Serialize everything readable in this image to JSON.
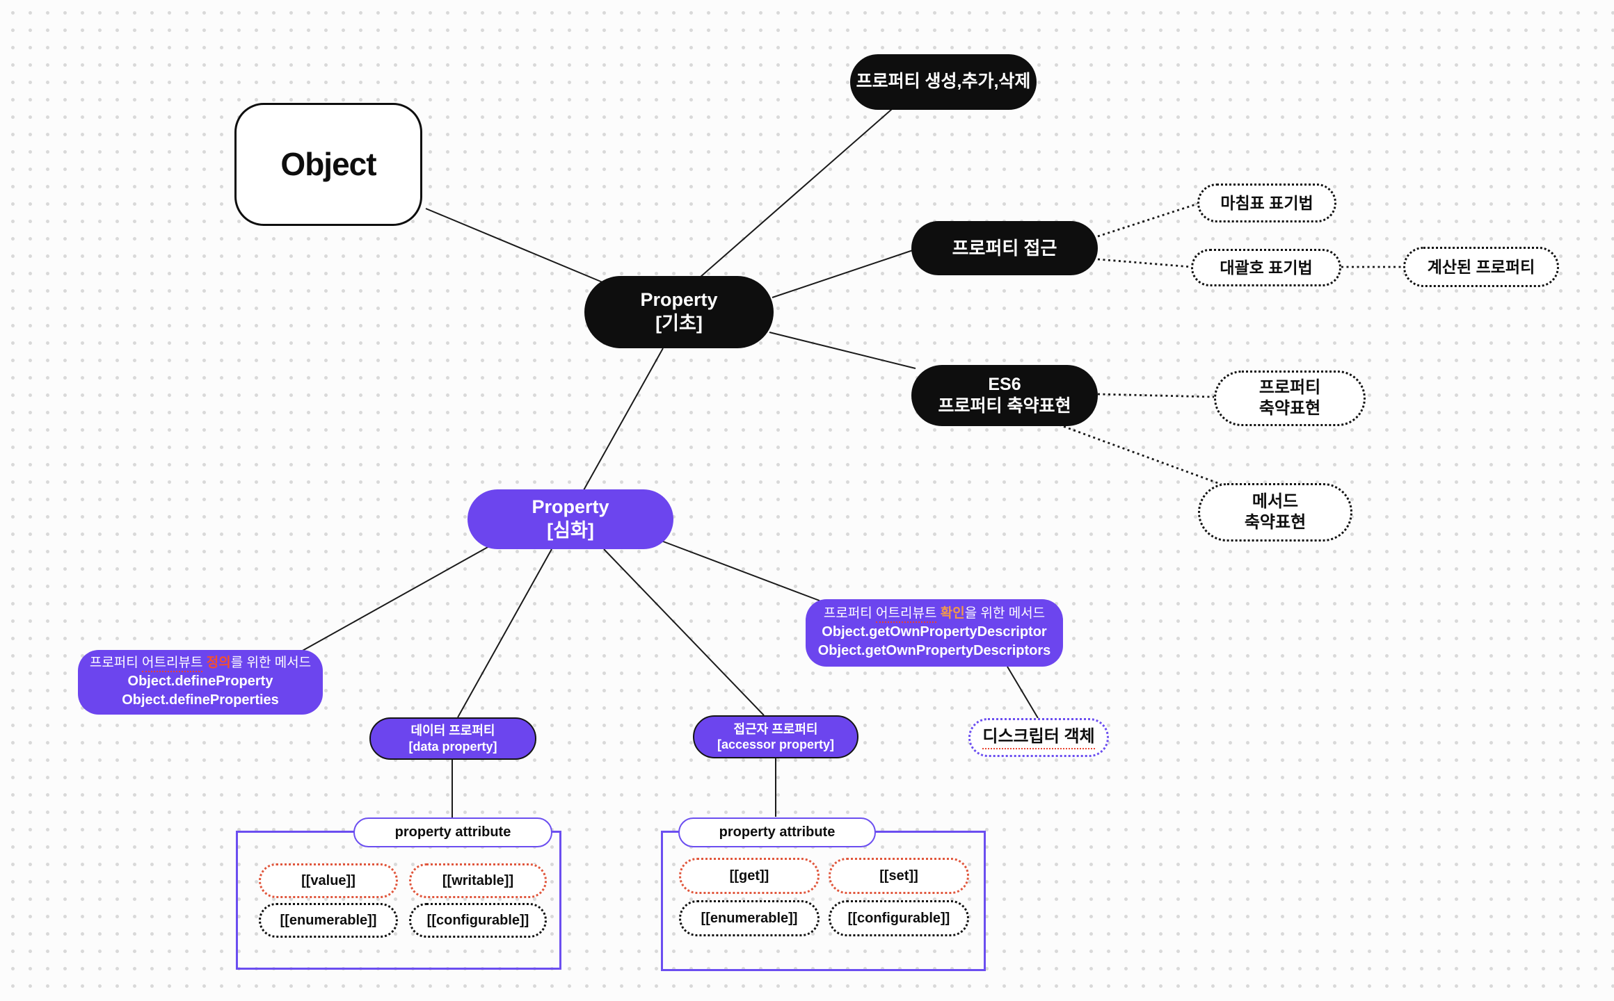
{
  "colors": {
    "accent_purple": "#6c45ee",
    "purple_border": "#6b4ef0",
    "node_black": "#0e0e0e",
    "red_dotted_border": "#e0563c",
    "red_underline": "#e8432f",
    "highlight_define": "#f4502e",
    "highlight_check": "#f2994a",
    "grid_dot": "#d9d9d9"
  },
  "nodes": {
    "object": {
      "label": "Object"
    },
    "create": {
      "label": "프로퍼티 생성,추가,삭제"
    },
    "basic": {
      "line1": "Property",
      "line2": "[기초]"
    },
    "access": {
      "label": "프로퍼티 접근"
    },
    "dot_notation": {
      "label": "마침표 표기법"
    },
    "bracket_notation": {
      "label": "대괄호 표기법"
    },
    "computed": {
      "label": "계산된 프로퍼티"
    },
    "es6": {
      "line1": "ES6",
      "line2": "프로퍼티 축약표현"
    },
    "prop_shorthand": {
      "line1": "프로퍼티",
      "line2": "축약표현"
    },
    "method_shorthand": {
      "line1": "메서드",
      "line2": "축약표현"
    },
    "advanced": {
      "line1": "Property",
      "line2": "[심화]"
    },
    "define_methods": {
      "line1_prefix": "프로퍼티 ",
      "line1_underline": "어트리뷰트",
      "line1_highlight": "정의",
      "line1_suffix": "를 위한 메서드",
      "line2": "Object.defineProperty",
      "line3": "Object.defineProperties"
    },
    "getown_methods": {
      "line1_prefix": "프로퍼티 ",
      "line1_underline": "어트리뷰트",
      "line1_highlight": "확인",
      "line1_suffix": "을 위한 메서드",
      "line2": "Object.getOwnPropertyDescriptor",
      "line3": "Object.getOwnPropertyDescriptors"
    },
    "data_property": {
      "line1": "데이터 프로퍼티",
      "line2": "[data property]"
    },
    "accessor_property": {
      "line1": "접근자 프로퍼티",
      "line2": "[accessor property]"
    },
    "descriptor": {
      "label": "디스크립터 객체"
    },
    "attr_left": {
      "title": "property attribute",
      "value": "[[value]]",
      "writable": "[[writable]]",
      "enumerable": "[[enumerable]]",
      "configurable": "[[configurable]]"
    },
    "attr_right": {
      "title": "property attribute",
      "get": "[[get]]",
      "set": "[[set]]",
      "enumerable": "[[enumerable]]",
      "configurable": "[[configurable]]"
    }
  }
}
